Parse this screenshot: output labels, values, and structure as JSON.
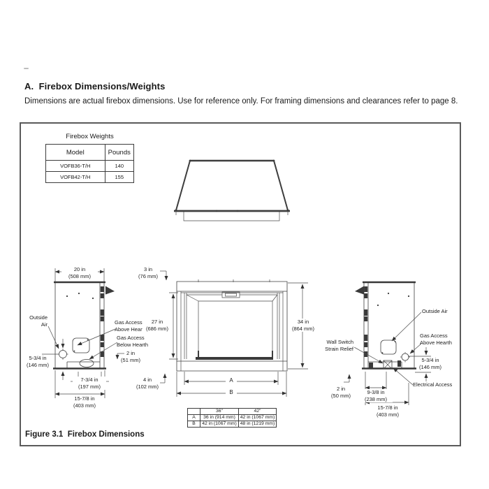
{
  "page": {
    "title": "A.  Firebox Dimensions/Weights",
    "intro": "Dimensions are actual firebox dimensions. Use for reference only. For framing dimensions and clearances refer to page 8.",
    "figure_caption": "Figure 3.1  Firebox Dimensions"
  },
  "weights_table": {
    "title": "Firebox Weights",
    "col_model": "Model",
    "col_pounds": "Pounds",
    "rows": [
      {
        "model": "VOFB36-T/H",
        "pounds": "140"
      },
      {
        "model": "VOFB42-T/H",
        "pounds": "155"
      }
    ]
  },
  "size_table": {
    "col_blank": "",
    "col_36": "36\"",
    "col_42": "42\"",
    "rows": [
      {
        "key": "A",
        "c36": "36 in (914 mm)",
        "c42": "42 in (1067 mm)"
      },
      {
        "key": "B",
        "c36": "42 in (1067 mm)",
        "c42": "48 in (1219 mm)"
      }
    ]
  },
  "left_view": {
    "dim_depth": "20 in\n(508 mm)",
    "outside_air": "Outside\nAir",
    "gas_above": "Gas Access\nAbove Hearth",
    "gas_below": "Gas Access\nBelow Hearth",
    "dim_outside_air": "5-3/4 in\n(146 mm)",
    "dim_hearth": "2 in\n(51 mm)",
    "dim_gas_offset": "7-3/4 in\n(197 mm)",
    "dim_base": "15-7/8 in\n(403 mm)"
  },
  "front_view": {
    "dim_top": "3 in\n(76 mm)",
    "dim_opening": "27 in\n(686 mm)",
    "dim_height": "34 in\n(864 mm)",
    "dim_bottom": "4 in\n(102 mm)",
    "dim_a": "A",
    "dim_b": "B"
  },
  "right_view": {
    "outside_air": "Outside Air",
    "gas_above": "Gas Access\nAbove Hearth",
    "wall_switch": "Wall Switch\nStrain Relief",
    "electrical": "Electrical Access",
    "dim_outside_air": "5-3/4 in\n(146 mm)",
    "dim_floor": "2 in\n(50 mm)",
    "dim_electrical_offset": "9-3/8 in\n(238 mm)",
    "dim_base": "15-7/8 in\n(403 mm)"
  }
}
